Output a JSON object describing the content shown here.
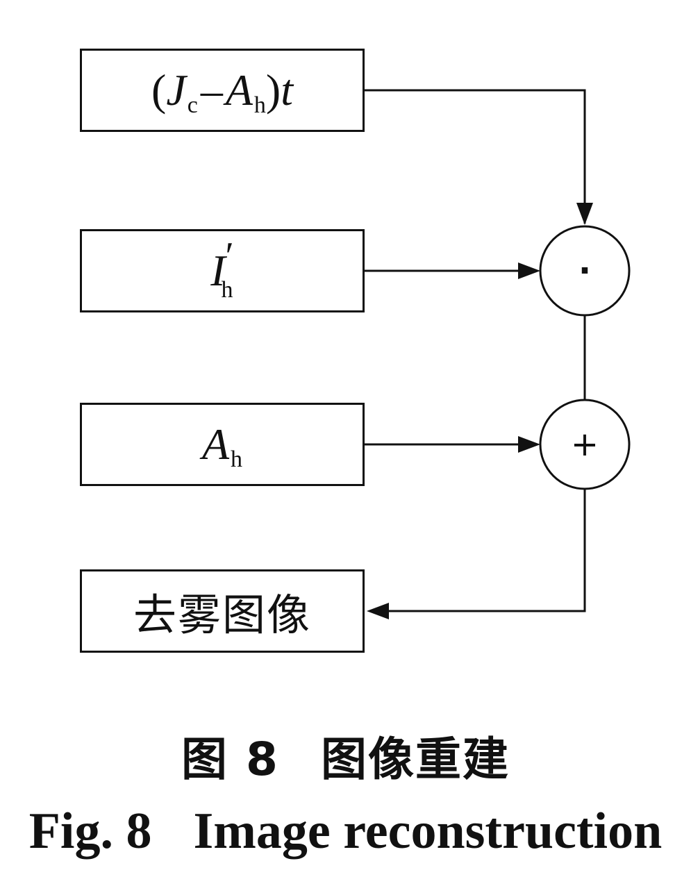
{
  "boxes": {
    "top": {
      "paren_open": "(",
      "J": "J",
      "J_sub": "c",
      "minus": "–",
      "A": "A",
      "A_sub": "h",
      "paren_close": ")",
      "t": "t"
    },
    "second": {
      "I": "I",
      "prime": "′",
      "I_sub": "h"
    },
    "third": {
      "A": "A",
      "A_sub": "h"
    },
    "output": {
      "label": "去雾图像"
    }
  },
  "operators": {
    "multiply": "·",
    "add": "+"
  },
  "caption": {
    "cn_fig": "图 8",
    "cn_title": "图像重建",
    "en_fig": "Fig. 8",
    "en_title": "Image reconstruction"
  }
}
